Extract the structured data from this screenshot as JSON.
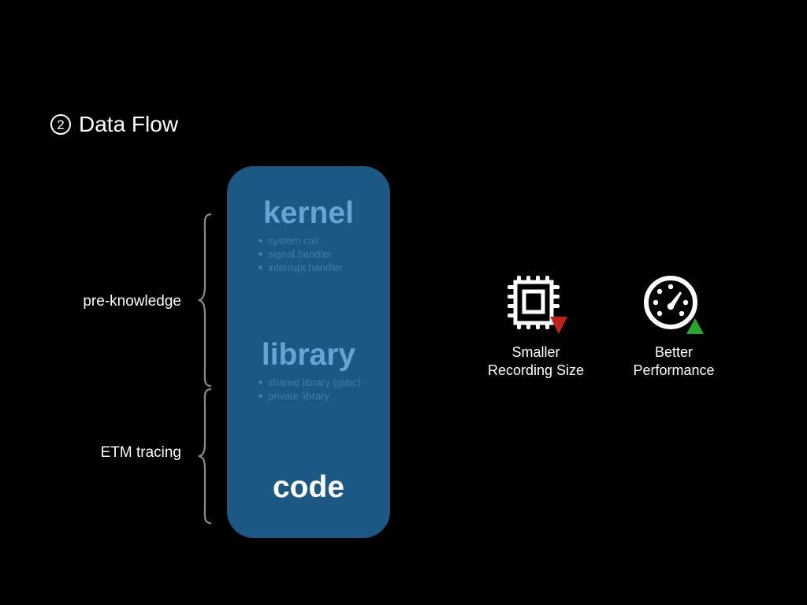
{
  "title": {
    "number": "2",
    "text": "Data Flow"
  },
  "stack": {
    "layers": [
      {
        "name": "kernel",
        "items": [
          "system call",
          "signal handler",
          "interrupt handler"
        ]
      },
      {
        "name": "library",
        "items": [
          "shared library (glibc)",
          "private library"
        ]
      },
      {
        "name": "code",
        "items": []
      }
    ],
    "colors": {
      "box": "#1b5884",
      "dim_text": "#67a3d3",
      "bullet_text": "#3f7aa9",
      "highlight_text": "#ffffff"
    }
  },
  "side_labels": {
    "upper": "pre-knowledge",
    "lower": "ETM tracing"
  },
  "features": [
    {
      "icon": "cpu-chip-icon",
      "indicator": "down-arrow",
      "indicator_color": "#c0221c",
      "line1": "Smaller",
      "line2": "Recording Size"
    },
    {
      "icon": "speedometer-icon",
      "indicator": "up-arrow",
      "indicator_color": "#29a52c",
      "line1": "Better",
      "line2": "Performance"
    }
  ]
}
